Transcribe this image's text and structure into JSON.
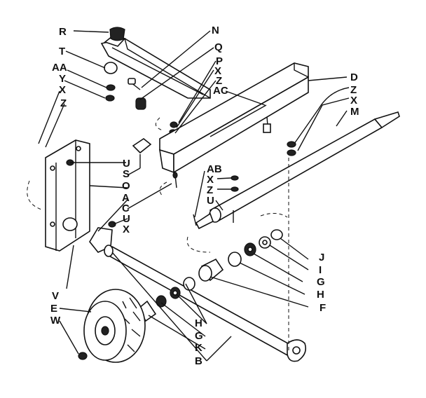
{
  "labels": {
    "R": "R",
    "T": "T",
    "AA": "AA",
    "Y": "Y",
    "X1": "X",
    "Z1": "Z",
    "N": "N",
    "Q": "Q",
    "P": "P",
    "X2": "X",
    "Z2": "Z",
    "AC": "AC",
    "D": "D",
    "Z3": "Z",
    "X3": "X",
    "M": "M",
    "U1": "U",
    "S": "S",
    "O": "O",
    "A": "A",
    "C": "C",
    "U2": "U",
    "X4": "X",
    "AB": "AB",
    "X5": "X",
    "Z4": "Z",
    "U3": "U",
    "J": "J",
    "I": "I",
    "G1": "G",
    "H1": "H",
    "F": "F",
    "V": "V",
    "E": "E",
    "W": "W",
    "H2": "H",
    "G2": "G",
    "K": "K",
    "B": "B"
  }
}
